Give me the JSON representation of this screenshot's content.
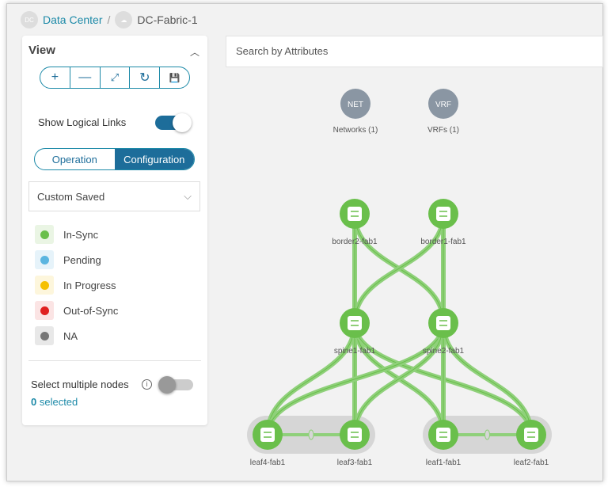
{
  "breadcrumb": {
    "root_icon": "DC",
    "root": "Data Center",
    "sep": "/",
    "current": "DC-Fabric-1"
  },
  "view": {
    "title": "View",
    "tools": [
      "+",
      "—",
      "⤢",
      "↻",
      "💾"
    ],
    "show_logical_links": "Show Logical Links",
    "show_logical_links_on": true,
    "modes": [
      "Operation",
      "Configuration"
    ],
    "active_mode": "Configuration",
    "layout": "Custom Saved",
    "legend": [
      {
        "label": "In-Sync",
        "color": "#6abf4b",
        "bg": "#eaf5e4"
      },
      {
        "label": "Pending",
        "color": "#5bb5e0",
        "bg": "#e6f3fa"
      },
      {
        "label": "In Progress",
        "color": "#f5c000",
        "bg": "#fdf6dc"
      },
      {
        "label": "Out-of-Sync",
        "color": "#e02020",
        "bg": "#fbe4e4"
      },
      {
        "label": "NA",
        "color": "#777777",
        "bg": "#e8e8e8"
      }
    ],
    "select_multiple": "Select multiple nodes",
    "selected_count": "0",
    "selected_suffix": " selected"
  },
  "search": {
    "placeholder": "Search by Attributes"
  },
  "topology": {
    "groups": [
      {
        "abbr": "NET",
        "label": "Networks (1)"
      },
      {
        "abbr": "VRF",
        "label": "VRFs (1)"
      }
    ],
    "nodes": [
      {
        "id": "border2-fab1",
        "tier": "border"
      },
      {
        "id": "border1-fab1",
        "tier": "border"
      },
      {
        "id": "spine1-fab1",
        "tier": "spine"
      },
      {
        "id": "spine2-fab1",
        "tier": "spine"
      },
      {
        "id": "leaf4-fab1",
        "tier": "leaf"
      },
      {
        "id": "leaf3-fab1",
        "tier": "leaf"
      },
      {
        "id": "leaf1-fab1",
        "tier": "leaf"
      },
      {
        "id": "leaf2-fab1",
        "tier": "leaf"
      }
    ],
    "vpc_pairs": [
      [
        "leaf4-fab1",
        "leaf3-fab1"
      ],
      [
        "leaf1-fab1",
        "leaf2-fab1"
      ]
    ],
    "node_color": "#6abf4b"
  }
}
